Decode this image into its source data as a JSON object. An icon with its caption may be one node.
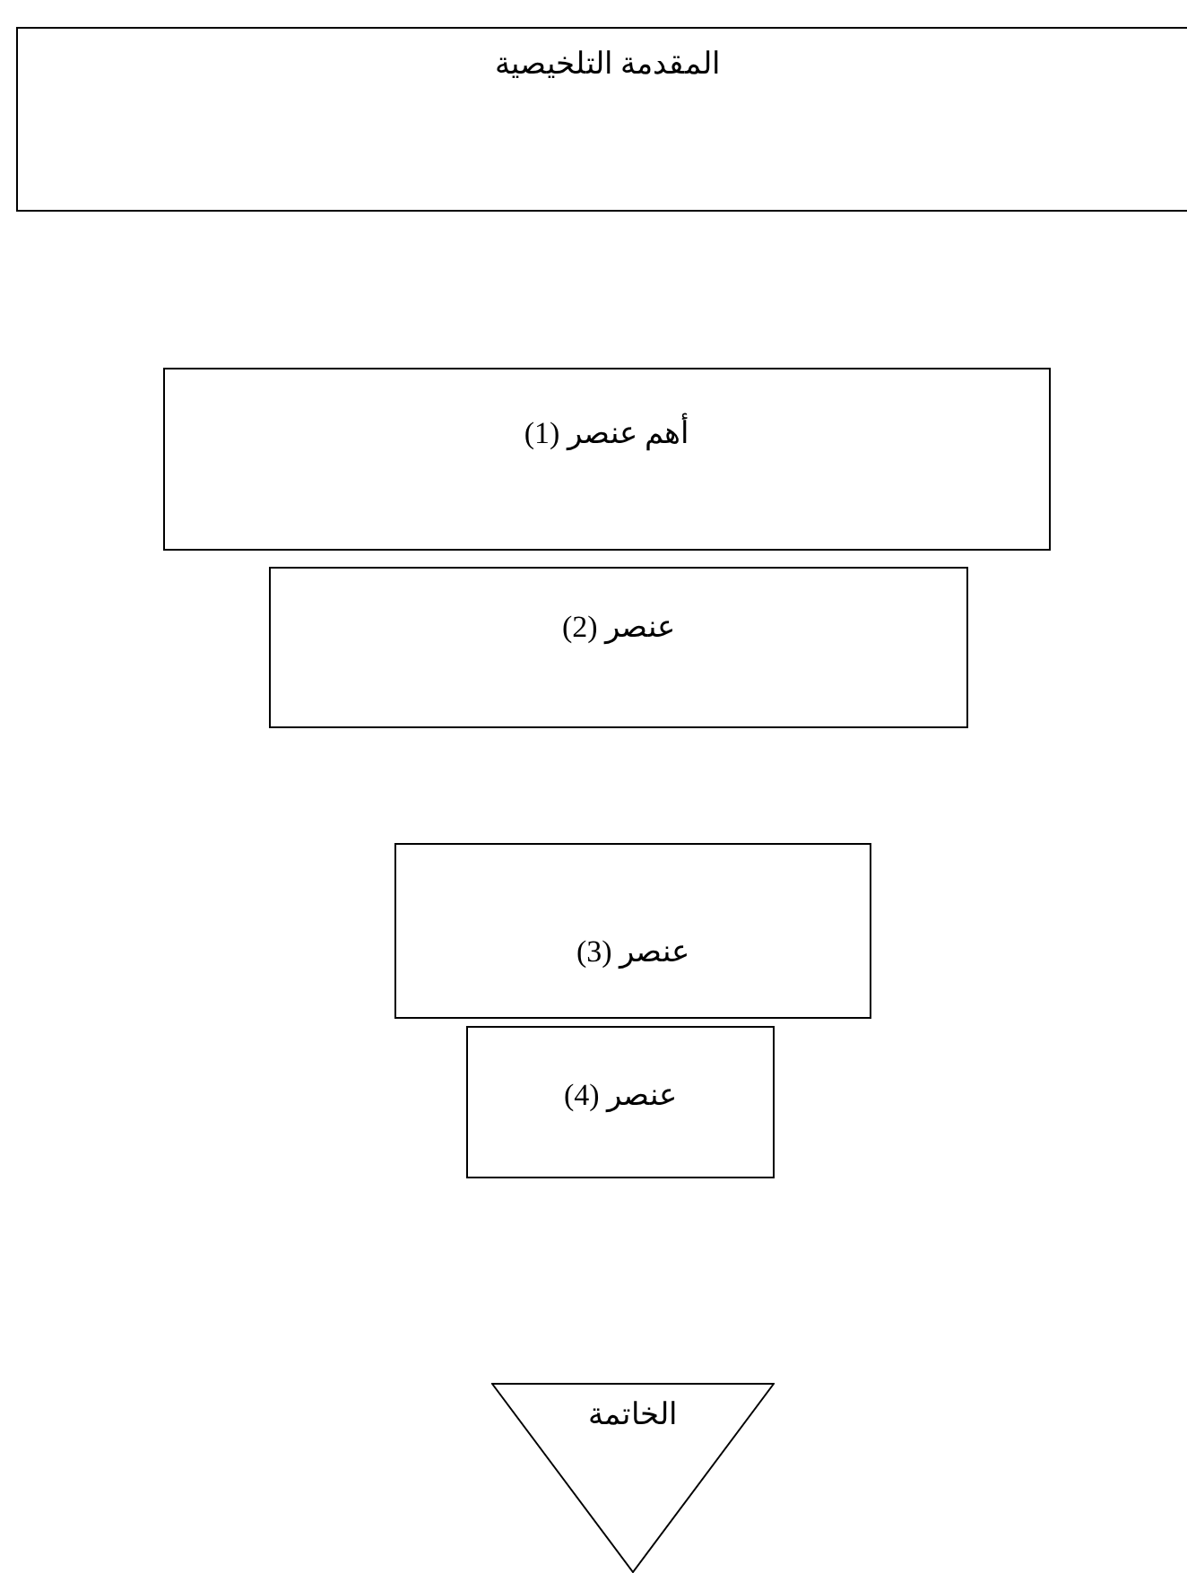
{
  "diagram": {
    "nodes": [
      {
        "text": [
          "المقدمة التلخيصية"
        ]
      },
      {
        "text": [
          "أهم عنصر (1)"
        ]
      },
      {
        "text": [
          "عنصر (2)"
        ]
      },
      {
        "text": [
          "عنصر (3)"
        ]
      },
      {
        "text": [
          "عنصر (4)"
        ]
      },
      {
        "text": [
          "الخاتمة"
        ]
      }
    ]
  }
}
